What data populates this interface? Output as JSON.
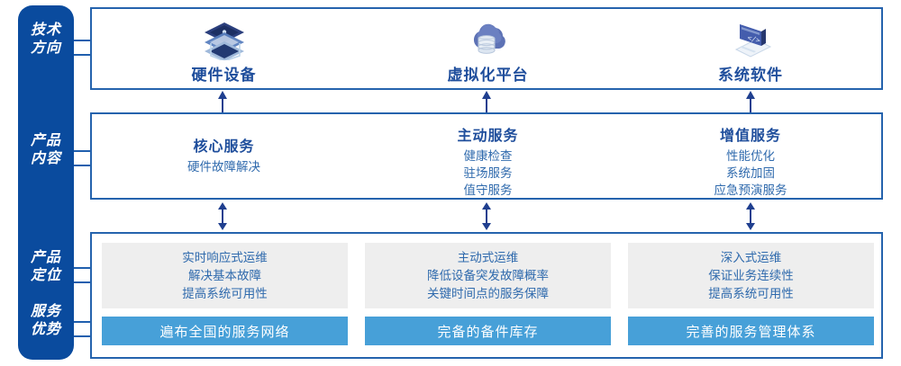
{
  "rail": {
    "items": [
      {
        "name": "technology-direction",
        "line1": "技术",
        "line2": "方向"
      },
      {
        "name": "product-content",
        "line1": "产品",
        "line2": "内容"
      },
      {
        "name": "product-positioning",
        "line1": "产品",
        "line2": "定位"
      },
      {
        "name": "service-advantage",
        "line1": "服务",
        "line2": "优势"
      }
    ],
    "bg_color": "#0a4b9e",
    "text_color": "#ffffff"
  },
  "technology_row": {
    "columns": [
      {
        "label": "硬件设备",
        "icon": "server-stack-icon"
      },
      {
        "label": "虚拟化平台",
        "icon": "cloud-database-icon"
      },
      {
        "label": "系统软件",
        "icon": "laptop-code-icon"
      }
    ]
  },
  "content_row": {
    "columns": [
      {
        "title": "核心服务",
        "items": [
          "硬件故障解决"
        ]
      },
      {
        "title": "主动服务",
        "items": [
          "健康检查",
          "驻场服务",
          "值守服务"
        ]
      },
      {
        "title": "增值服务",
        "items": [
          "性能优化",
          "系统加固",
          "应急预演服务"
        ]
      }
    ]
  },
  "bottom_row": {
    "positioning_cards": [
      {
        "lines": [
          "实时响应式运维",
          "解决基本故障",
          "提高系统可用性"
        ]
      },
      {
        "lines": [
          "主动式运维",
          "降低设备突发故障概率",
          "关键时间点的服务保障"
        ]
      },
      {
        "lines": [
          "深入式运维",
          "保证业务连续性",
          "提高系统可用性"
        ]
      }
    ],
    "advantage_bars": [
      {
        "label": "遍布全国的服务网络"
      },
      {
        "label": "完备的备件库存"
      },
      {
        "label": "完善的服务管理体系"
      }
    ],
    "card_bg": "#eeeeee",
    "bar_bg": "#47a0d8"
  },
  "connectors": {
    "up_arrow_icon": "arrow-up-icon",
    "double_arrow_icon": "arrow-up-down-icon",
    "line_color": "#1f5fae"
  }
}
